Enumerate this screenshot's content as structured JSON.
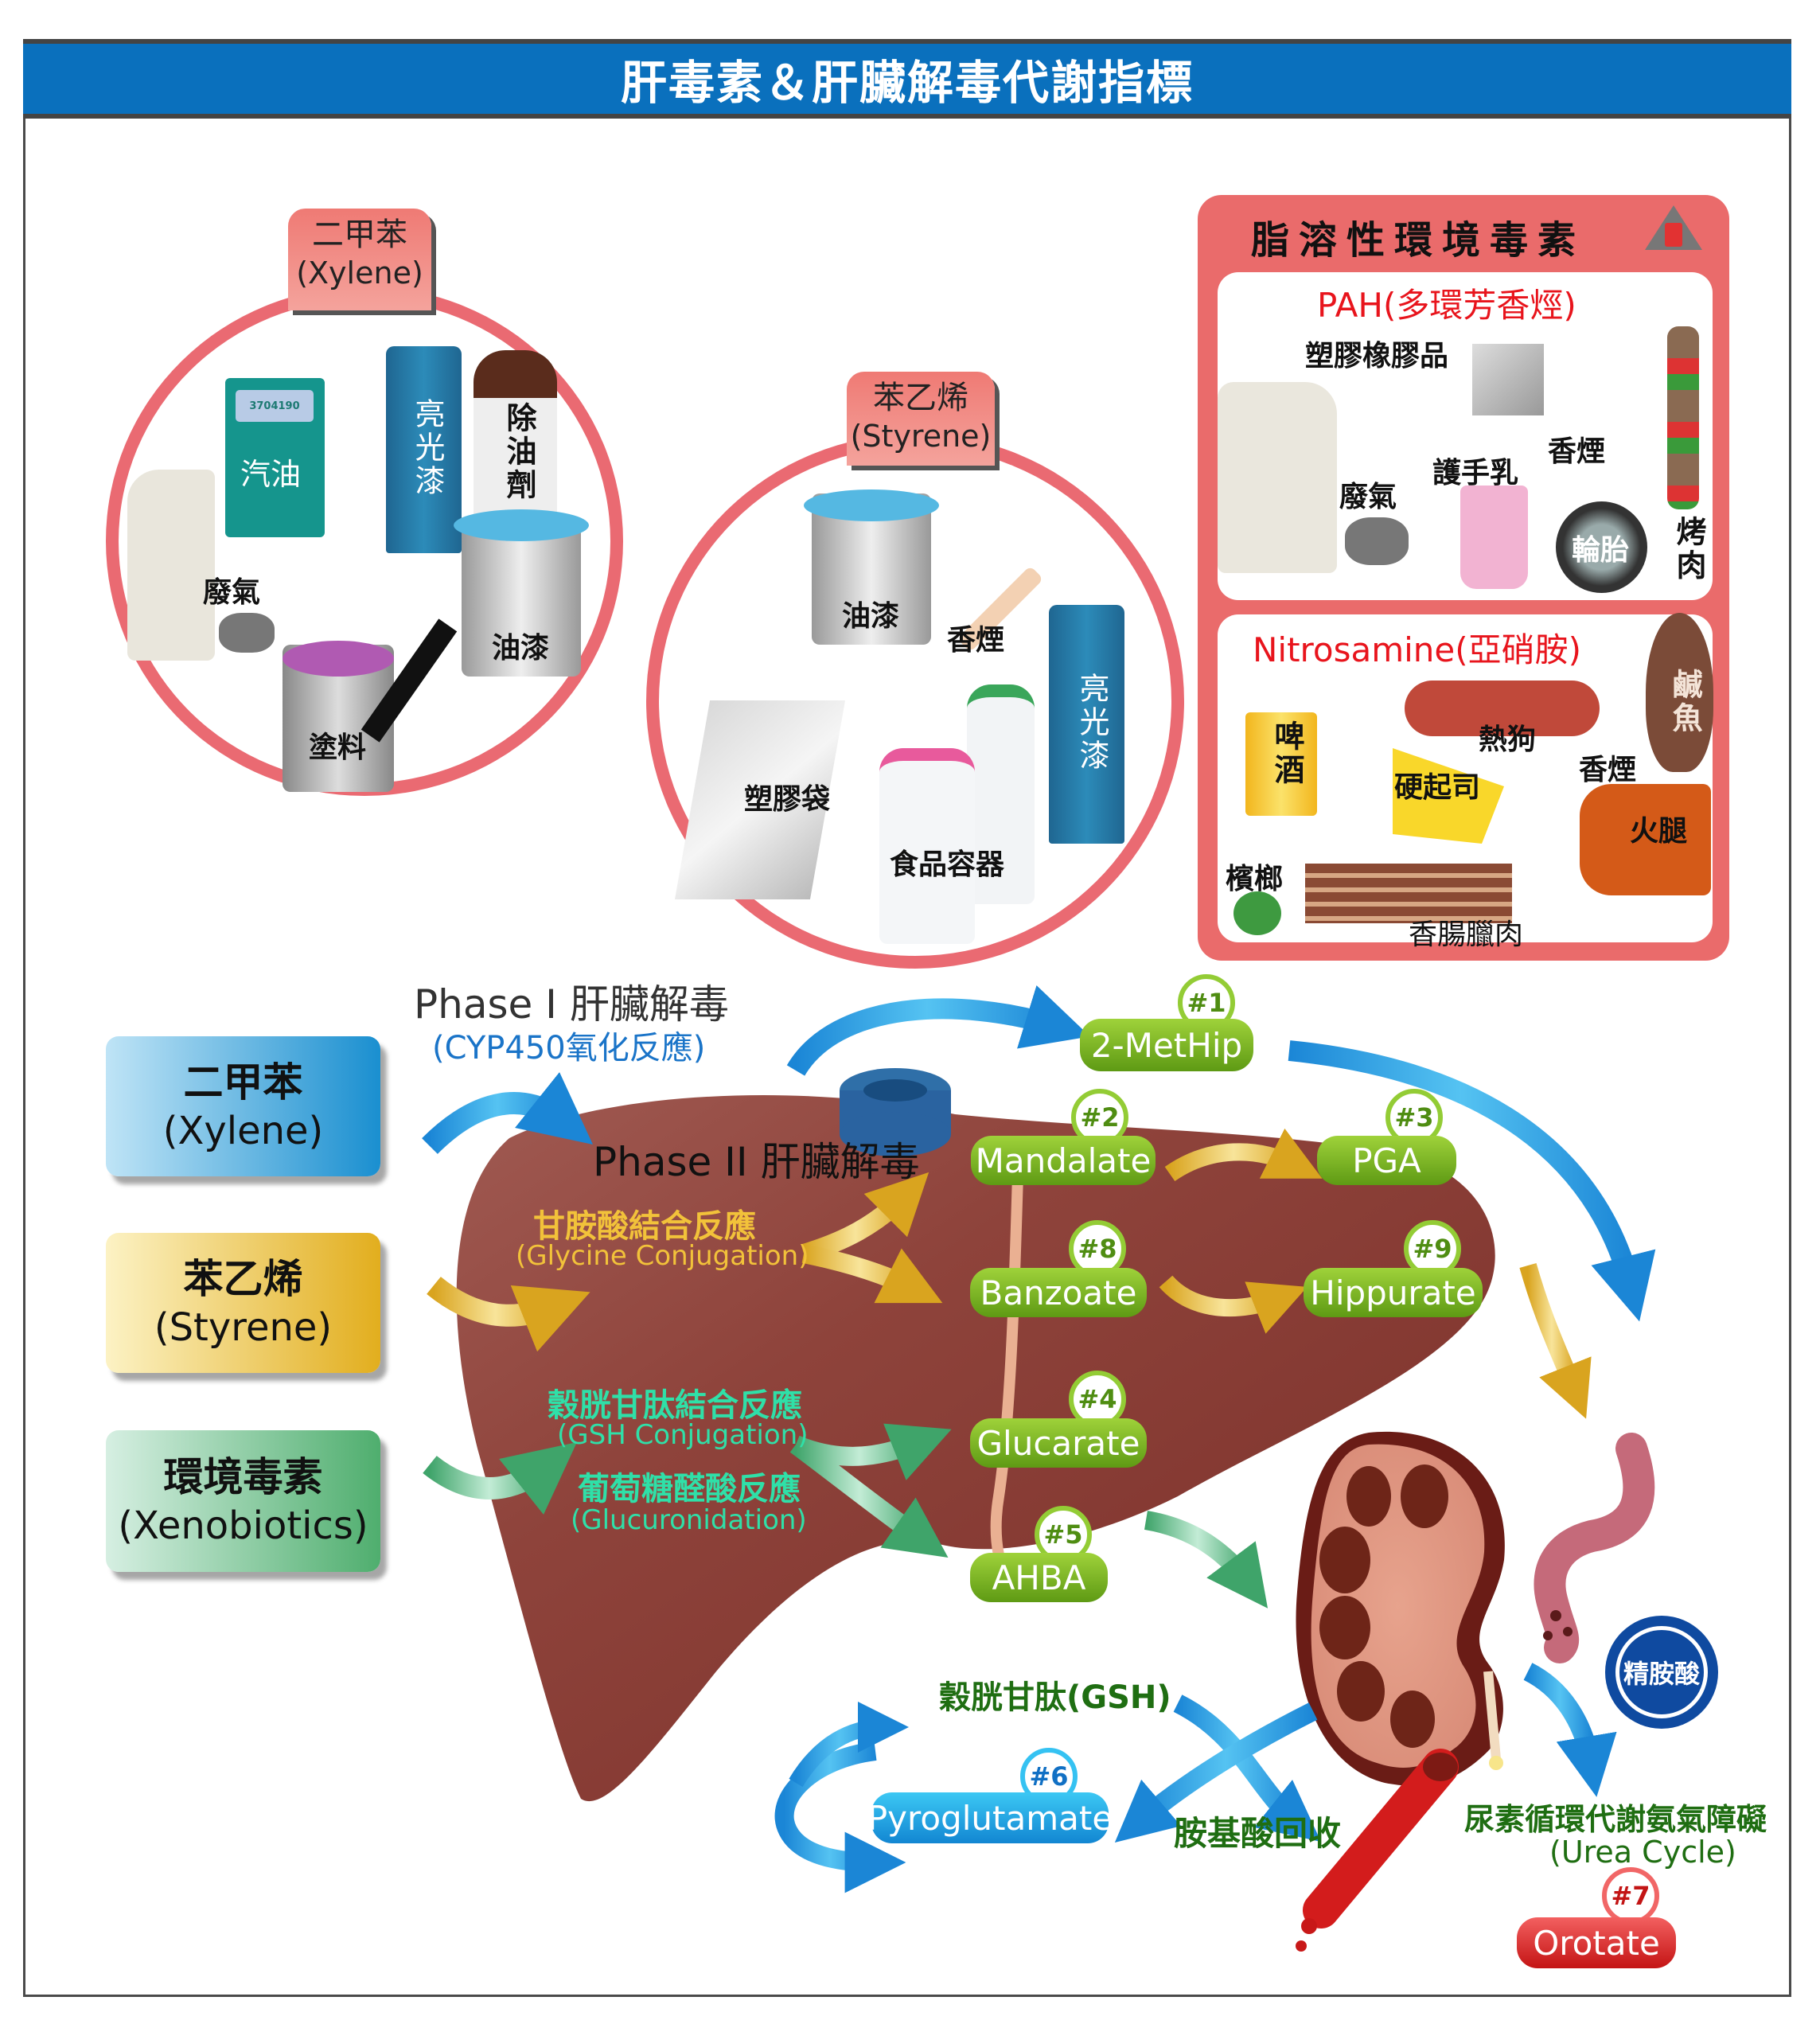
{
  "header": {
    "title": "肝毒素＆肝臟解毒代謝指標"
  },
  "xylene_circle": {
    "tab_zh": "二甲苯",
    "tab_en": "(Xylene)",
    "items": {
      "gasoline": "汽油",
      "pump_display": "3704190",
      "varnish": "亮光漆",
      "degreaser": "除油劑",
      "exhaust": "廢氣",
      "paint": "油漆",
      "coating": "塗料"
    }
  },
  "styrene_circle": {
    "tab_zh": "苯乙烯",
    "tab_en": "(Styrene)",
    "items": {
      "paint": "油漆",
      "cigarette": "香煙",
      "varnish": "亮光漆",
      "plastic_bag": "塑膠袋",
      "food_container": "食品容器"
    }
  },
  "fat_soluble_panel": {
    "title": "脂溶性環境毒素",
    "pah": {
      "title": "PAH(多環芳香烴)",
      "items": {
        "plastics_rubber": "塑膠橡膠品",
        "cigarette": "香煙",
        "hand_cream": "護手乳",
        "exhaust": "廢氣",
        "tire": "輪胎",
        "bbq": "烤肉"
      }
    },
    "nitrosamine": {
      "title": "Nitrosamine(亞硝胺)",
      "items": {
        "beer": "啤酒",
        "hotdog": "熱狗",
        "salted_fish": "鹹魚",
        "hard_cheese": "硬起司",
        "cigarette": "香煙",
        "ham": "火腿",
        "betel_nut": "檳榔",
        "sausage_cured_meat": "香腸臘肉"
      }
    }
  },
  "sources": [
    {
      "zh": "二甲苯",
      "en": "(Xylene)",
      "color_from": "#bfe4f6",
      "color_to": "#1a8fd0"
    },
    {
      "zh": "苯乙烯",
      "en": "(Styrene)",
      "color_from": "#fcf2c4",
      "color_to": "#e2ae1e"
    },
    {
      "zh": "環境毒素",
      "en": "(Xenobiotics)",
      "color_from": "#d6efe2",
      "color_to": "#4fae6e"
    }
  ],
  "phase1": {
    "title": "Phase I 肝臟解毒",
    "subtitle": "(CYP450氧化反應)"
  },
  "phase2": {
    "title": "Phase II 肝臟解毒"
  },
  "reactions": {
    "glycine_zh": "甘胺酸結合反應",
    "glycine_en": "(Glycine Conjugation)",
    "gsh_zh": "穀胱甘肽結合反應",
    "gsh_en": "(GSH Conjugation)",
    "glucuronidation_zh": "葡萄糖醛酸反應",
    "glucuronidation_en": "(Glucuronidation)"
  },
  "markers": [
    {
      "num": "#1",
      "name": "2-MetHip"
    },
    {
      "num": "#2",
      "name": "Mandalate"
    },
    {
      "num": "#3",
      "name": "PGA"
    },
    {
      "num": "#8",
      "name": "Banzoate"
    },
    {
      "num": "#9",
      "name": "Hippurate"
    },
    {
      "num": "#4",
      "name": "Glucarate"
    },
    {
      "num": "#5",
      "name": "AHBA"
    },
    {
      "num": "#6",
      "name": "Pyroglutamate"
    },
    {
      "num": "#7",
      "name": "Orotate"
    }
  ],
  "cycle": {
    "gsh": "穀胱甘肽(GSH)",
    "amino_recycle": "胺基酸回收",
    "urea_zh": "尿素循環代謝氨氣障礙",
    "urea_en": "(Urea Cycle)",
    "arginine": "精胺酸"
  },
  "colors": {
    "header_blue": "#0a70bd",
    "panel_red": "#ea6b6b",
    "liver": "#8a3a33",
    "marker_green": "#7ab827",
    "glycine_text": "#f2c23a",
    "gsh_text": "#2fe0a8",
    "cycle_text": "#1f6e12",
    "phase1_sub": "#1a74c8"
  }
}
